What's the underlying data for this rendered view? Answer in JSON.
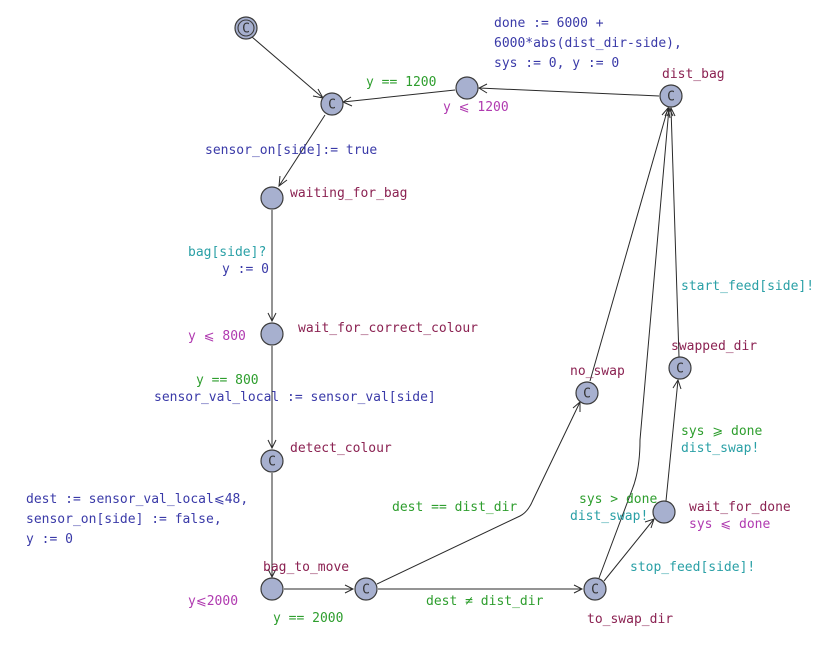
{
  "colors": {
    "location_fill": "#a7b0cf",
    "location_name": "#8b2252",
    "guard": "#2e9e2e",
    "update": "#3a3aa8",
    "sync": "#2aa0a6",
    "invariant": "#b03ab0"
  },
  "locations": {
    "init": {
      "name": "",
      "kind": "initial-committed"
    },
    "start": {
      "name": "",
      "kind": "committed"
    },
    "waiting_for_bag": {
      "name": "waiting_for_bag",
      "kind": "normal"
    },
    "wait_for_correct_colour": {
      "name": "wait_for_correct_colour",
      "kind": "normal",
      "invariant": "y ⩽ 800"
    },
    "detect_colour": {
      "name": "detect_colour",
      "kind": "committed"
    },
    "bag_to_move": {
      "name": "bag_to_move",
      "kind": "normal",
      "invariant": "y⩽2000"
    },
    "branch": {
      "name": "",
      "kind": "committed"
    },
    "no_swap": {
      "name": "no_swap",
      "kind": "committed"
    },
    "to_swap_dir": {
      "name": "to_swap_dir",
      "kind": "committed"
    },
    "wait_for_done": {
      "name": "wait_for_done",
      "kind": "normal",
      "invariant": "sys ⩽ done"
    },
    "swapped_dir": {
      "name": "swapped_dir",
      "kind": "committed"
    },
    "dist_bag": {
      "name": "dist_bag",
      "kind": "committed"
    },
    "delay": {
      "name": "",
      "kind": "normal",
      "invariant": "y ⩽ 1200"
    }
  },
  "edge_labels": {
    "delay_to_start_guard": "y == 1200",
    "dist_update_1": "done := 6000 +",
    "dist_update_2": "6000*abs(dist_dir-side),",
    "dist_update_3": "sys := 0, y := 0",
    "sensor_update": "sensor_on[side]:= true",
    "bag_sync": "bag[side]?",
    "bag_update": "y := 0",
    "colour_guard": "y == 800",
    "colour_update": "sensor_val_local := sensor_val[side]",
    "detect_update_1": "dest := sensor_val_local⩽48,",
    "detect_update_2": "sensor_on[side] := false,",
    "detect_update_3": "y := 0",
    "move_guard": "y == 2000",
    "no_swap_guard": "dest == dist_dir",
    "swap_guard": "dest ≠ dist_dir",
    "stop_feed_sync": "stop_feed[side]!",
    "done_guard_short": "sys > done",
    "done_sync_short": "dist_swap!",
    "done_guard": "sys ⩾ done",
    "done_sync": "dist_swap!",
    "start_feed_sync": "start_feed[side]!"
  }
}
